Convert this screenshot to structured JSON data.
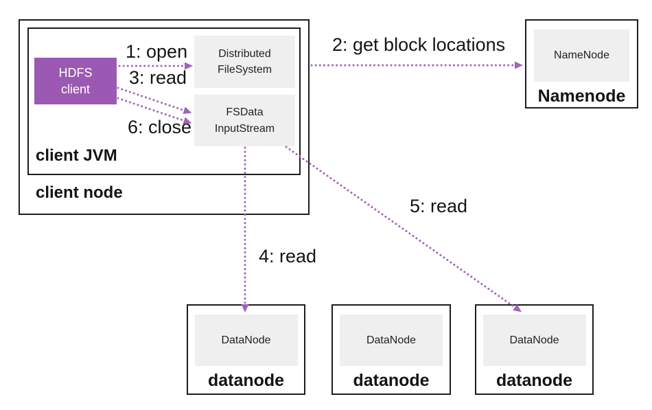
{
  "colors": {
    "purple": "#9c59b3",
    "arrow": "#a263bd",
    "gray_box": "#efefef",
    "border": "#1c1c1c",
    "text": "#141414"
  },
  "client_node": {
    "label": "client node",
    "jvm": {
      "label": "client JVM",
      "hdfs_client": {
        "line1": "HDFS",
        "line2": "client"
      },
      "distributed_filesystem": {
        "line1": "Distributed",
        "line2": "FileSystem"
      },
      "fsdata_inputstream": {
        "line1": "FSData",
        "line2": "InputStream"
      }
    }
  },
  "namenode": {
    "component": "NameNode",
    "label": "Namenode"
  },
  "datanodes": [
    {
      "component": "DataNode",
      "label": "datanode"
    },
    {
      "component": "DataNode",
      "label": "datanode"
    },
    {
      "component": "DataNode",
      "label": "datanode"
    }
  ],
  "steps": {
    "step1": "1: open",
    "step2": "2: get block locations",
    "step3": "3: read",
    "step4": "4: read",
    "step5": "5: read",
    "step6": "6: close"
  }
}
